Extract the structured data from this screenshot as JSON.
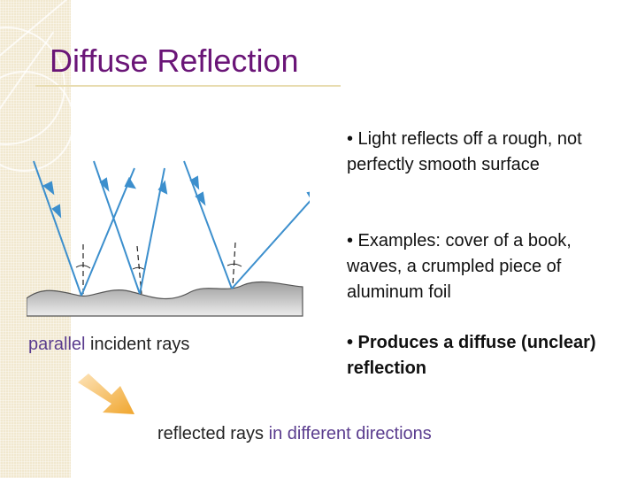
{
  "slide": {
    "title": "Diffuse Reflection",
    "bullets": [
      "• Light reflects off a rough, not perfectly smooth surface",
      "• Examples: cover of a book, waves, a crumpled piece of aluminum foil",
      "• Produces a diffuse (unclear) reflection"
    ]
  },
  "captions": {
    "incident_word": "parallel",
    "incident_rest": "incident rays",
    "reflected_word": "reflected rays",
    "reflected_rest": "in different directions"
  },
  "colors": {
    "title": "#6a1577",
    "ray": "#3c8fcd",
    "highlight": "#5a3c8e",
    "arrow": "#f0a62e"
  },
  "icons": {
    "decor_arrow": "orange-arrow-icon"
  }
}
